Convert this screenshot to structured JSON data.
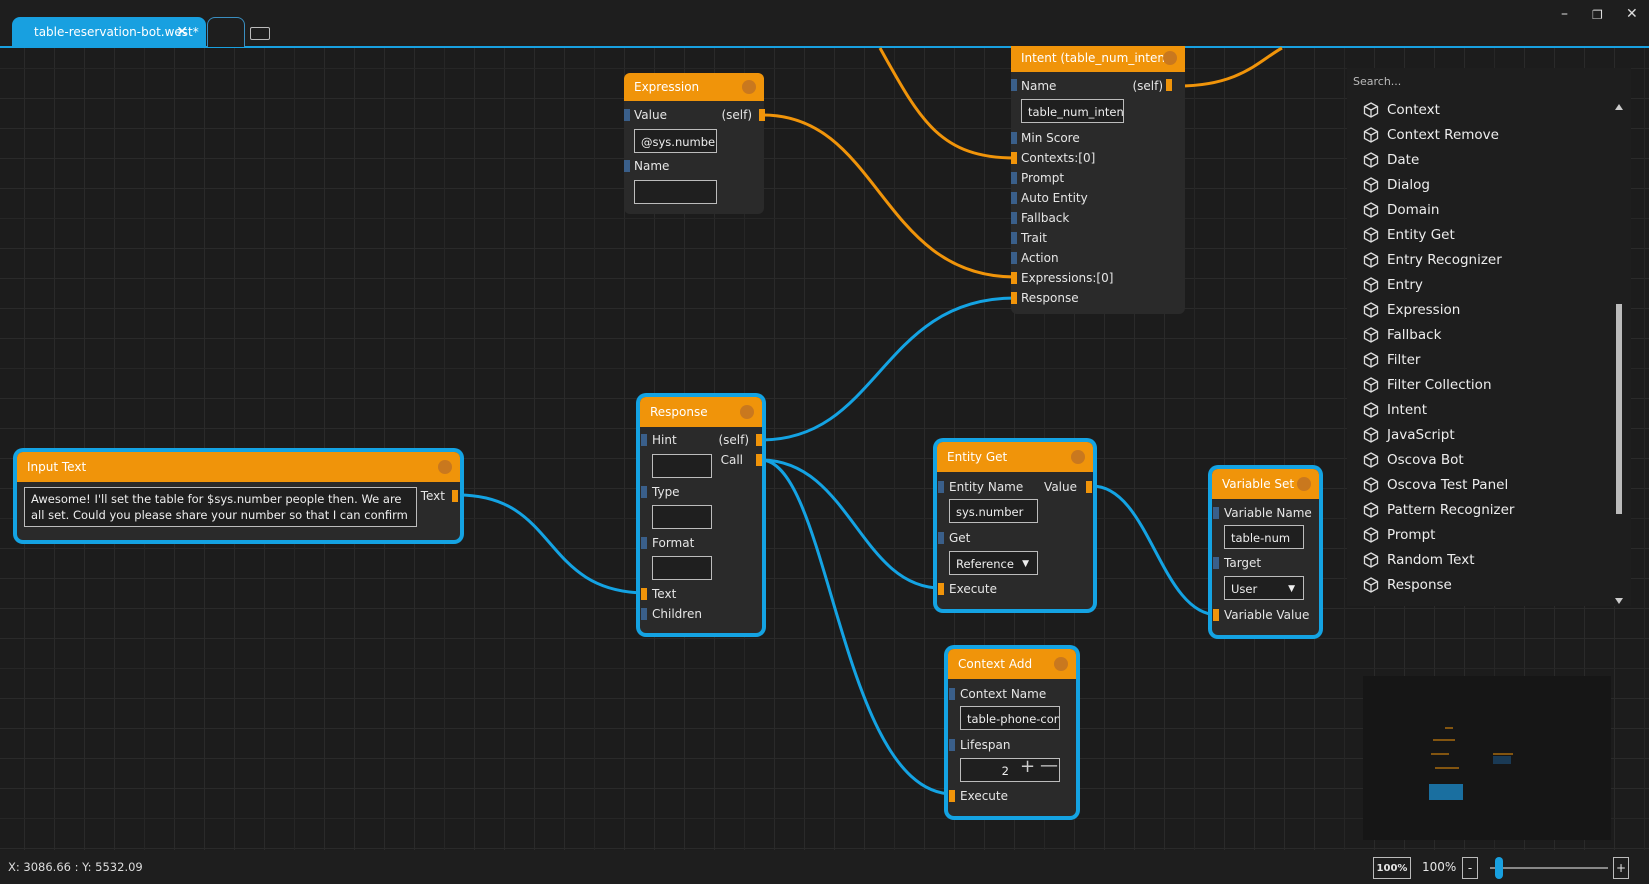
{
  "tabs": {
    "active_title": "table-reservation-bot.west*",
    "close_glyph": "✕"
  },
  "window": {
    "minimize": "–",
    "restore": "❐",
    "close": "✕"
  },
  "nodes": {
    "expression": {
      "title": "Expression",
      "value_label": "Value",
      "self_label": "(self)",
      "value": "@sys.number",
      "name_label": "Name",
      "name_value": ""
    },
    "intent": {
      "title": "Intent (table_num_intent)",
      "name_label": "Name",
      "self_label": "(self)",
      "name_value": "table_num_intent",
      "fields": [
        "Min Score",
        "Contexts:[0]",
        "Prompt",
        "Auto Entity",
        "Fallback",
        "Trait",
        "Action",
        "Expressions:[0]",
        "Response"
      ]
    },
    "input_text": {
      "title": "Input Text",
      "text": "Awesome! I'll set the table for $sys.number people then. We are all set. Could you please share your number so that I can confirm your booking.",
      "out_label": "Text"
    },
    "response": {
      "title": "Response",
      "hint_label": "Hint",
      "self_label": "(self)",
      "call_label": "Call",
      "type_label": "Type",
      "format_label": "Format",
      "text_label": "Text",
      "children_label": "Children"
    },
    "entity_get": {
      "title": "Entity Get",
      "entity_name_label": "Entity Name",
      "value_label": "Value",
      "entity_name": "sys.number",
      "get_label": "Get",
      "get_value": "Reference",
      "execute_label": "Execute"
    },
    "context_add": {
      "title": "Context Add",
      "context_name_label": "Context Name",
      "context_name": "table-phone-con",
      "lifespan_label": "Lifespan",
      "lifespan": "2",
      "execute_label": "Execute"
    },
    "variable_set": {
      "title": "Variable Set",
      "variable_name_label": "Variable Name",
      "variable_name": "table-num",
      "target_label": "Target",
      "target_value": "User",
      "variable_value_label": "Variable Value"
    }
  },
  "palette": {
    "search_placeholder": "Search...",
    "items": [
      "Context",
      "Context Remove",
      "Date",
      "Dialog",
      "Domain",
      "Entity Get",
      "Entry Recognizer",
      "Entry",
      "Expression",
      "Fallback",
      "Filter",
      "Filter Collection",
      "Intent",
      "JavaScript",
      "Oscova Bot",
      "Oscova Test Panel",
      "Pattern Recognizer",
      "Prompt",
      "Random Text",
      "Response"
    ]
  },
  "status": {
    "coords": "X: 3086.66 : Y: 5532.09",
    "zoom_button": "100%",
    "zoom_label": "100%",
    "zoom_minus": "-",
    "zoom_plus": "+",
    "zoom_level": 0.08
  },
  "colors": {
    "accent": "#18a0e0",
    "node_header": "#f0940a",
    "selected_border": "#14a3e3",
    "wire_orange": "#f0940a",
    "wire_blue": "#14a3e3"
  }
}
